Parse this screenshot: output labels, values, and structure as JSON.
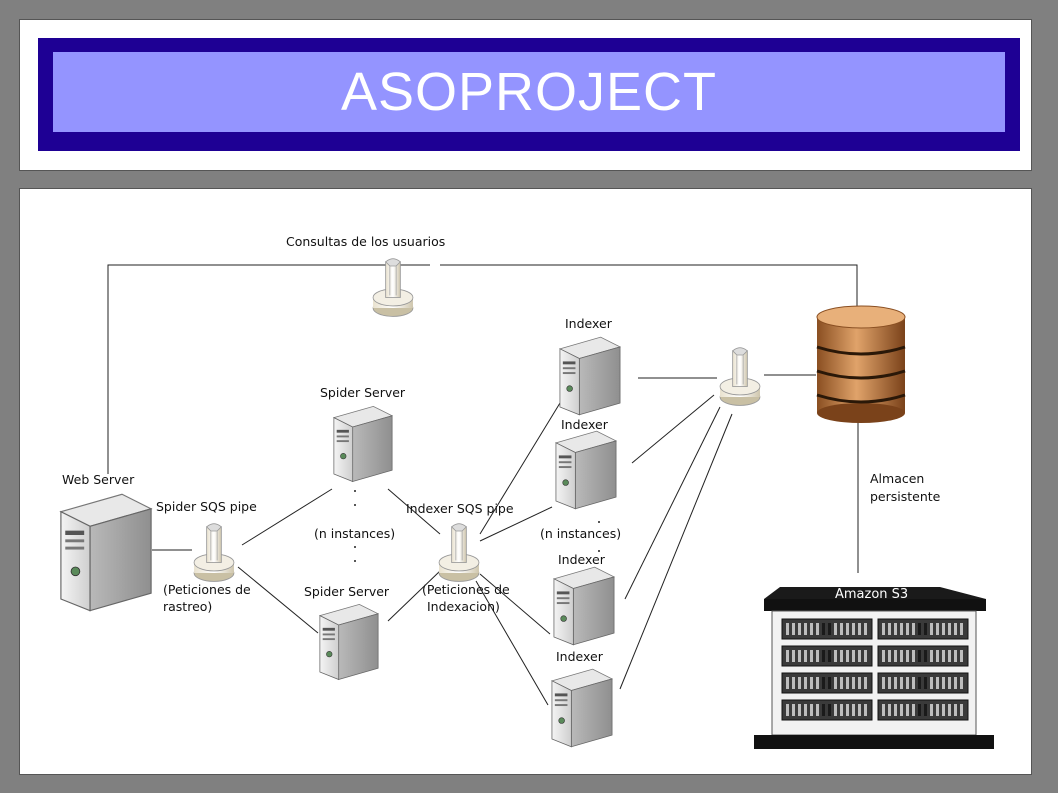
{
  "title": "ASOPROJECT",
  "diagram": {
    "labels": {
      "consultas": "Consultas de los usuarios",
      "web_server": "Web Server",
      "spider_pipe": "Spider SQS pipe",
      "spider_pipe_note_1": "(Peticiones de",
      "spider_pipe_note_2": "rastreo)",
      "spider_server_top": "Spider Server",
      "spider_server_bottom": "Spider Server",
      "spider_instances": "(n instances)",
      "indexer_pipe": "Indexer SQS pipe",
      "indexer_pipe_note_1": "(Peticiones de",
      "indexer_pipe_note_2": "Indexacion)",
      "indexer_1": "Indexer",
      "indexer_2": "Indexer",
      "indexer_3": "Indexer",
      "indexer_4": "Indexer",
      "indexer_instances": "(n instances)",
      "storage_1": "Almacen",
      "storage_2": "persistente",
      "s3": "Amazon S3"
    },
    "icons": {
      "server": "server-tower-icon",
      "pipe": "queue-pipe-icon",
      "database": "database-cylinder-icon",
      "datacenter": "amazon-s3-datacenter-icon"
    },
    "colors": {
      "title_band": "#1e0094",
      "title_inner": "#9494ff",
      "database": "#c8864e"
    }
  }
}
